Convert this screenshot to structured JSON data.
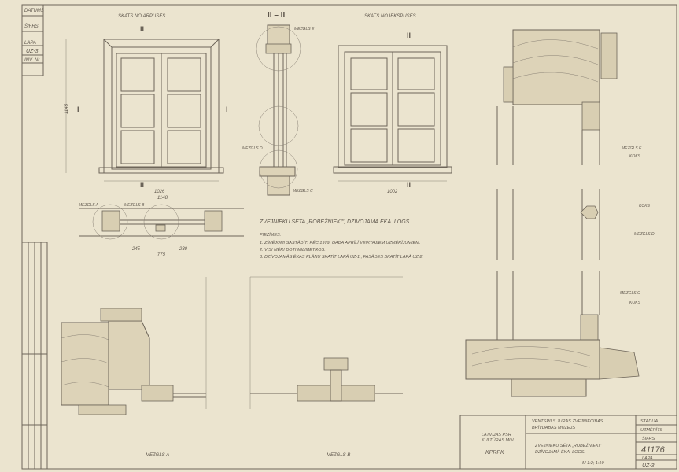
{
  "side_stamp": {
    "date": "DATUMS",
    "cipher": "ŠIFRS",
    "sheet": "LAPA",
    "sheet_no": "UZ-3",
    "inv": "INV. Nr."
  },
  "views": {
    "outside": "SKATS NO ĀRPUSES",
    "section": "II – II",
    "inside": "SKATS NO IEKŠPUSES",
    "cut1": "I",
    "cut2": "II"
  },
  "nodes": {
    "a": "MEZGLS A",
    "b": "MEZGLS B",
    "c": "MEZGLS C",
    "d": "MEZGLS D",
    "e": "MEZGLS E",
    "wood": "KOKS"
  },
  "dimensions": {
    "outside_width": "1026",
    "inside_width": "1002",
    "plan_width": "1148",
    "plan_left": "245",
    "plan_right": "230",
    "plan_total": "775",
    "height": "1145"
  },
  "title": "ZVEJNIEKU SĒTA „ROBEŽNIEKI\", DZĪVOJAMĀ ĒKA. LOGS.",
  "notes": {
    "heading": "PIEZĪMES.",
    "items": [
      "1. ZĪMĒJUMI SASTĀDĪTI PĒC 1979. GADA APRĪLĪ VEIKTAJIEM UZMĒRĪJUMIEM.",
      "2. VISI MĒRI DOTI MILIMETROS.",
      "3. DZĪVOJAMĀS ĒKAS PLĀNU SKATĪT LAPĀ UZ-1 , FASĀDES SKATĪT LAPĀ UZ-2."
    ]
  },
  "title_block": {
    "org": "VENTSPILS JŪRAS ZVEJNIECĪBAS",
    "org2": "BRĪVDABAS MUZEJS",
    "ministry": "LATVIJAS PSR",
    "ministry2": "KULTŪRAS MIN.",
    "dept": "KPRPK",
    "drawing": "ZVEJNIEKU SĒTA „ROBEŽNIEKI\"",
    "drawing2": "DZĪVOJAMĀ ĒKA. LOGS.",
    "scale": "M 1:2; 1:10",
    "stage_label": "STADIJA",
    "stage": "UZMĒRĪTS",
    "cipher_label": "ŠIFRS",
    "cipher": "41176",
    "sheet_label": "LAPA",
    "sheet": "UZ-3"
  }
}
